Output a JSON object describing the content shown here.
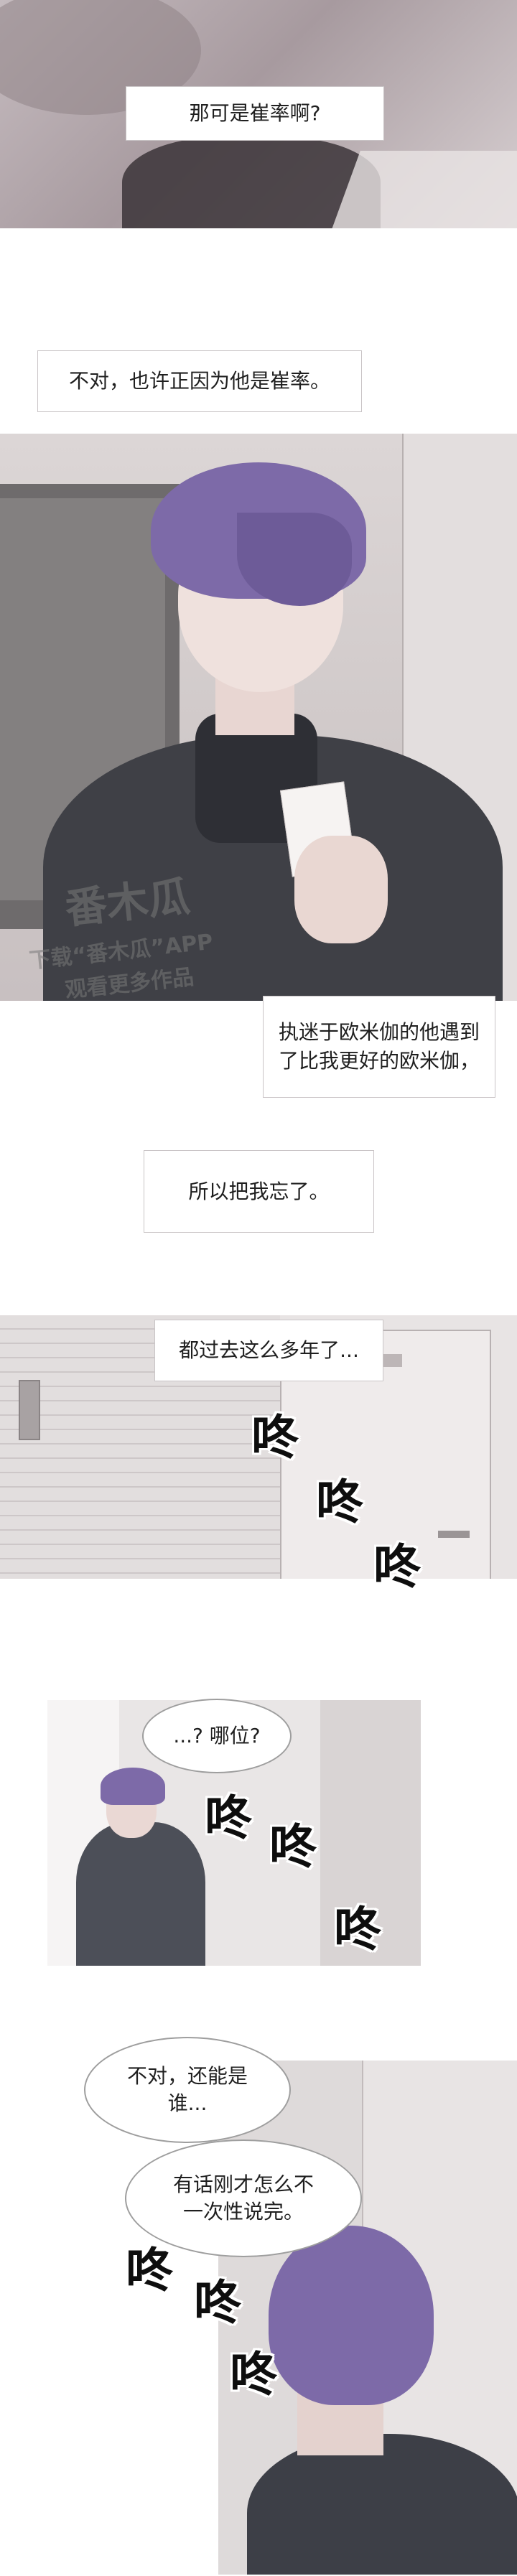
{
  "captions": {
    "c1": "那可是崔率啊?",
    "c2": "不对，也许正因为他是崔率。",
    "c3": "执迷于欧米伽的他遇到了比我更好的欧米伽，",
    "c4": "所以把我忘了。",
    "c5": "都过去这么多年了..."
  },
  "bubbles": {
    "b1": "...? 哪位?",
    "b2": "不对，还能是谁...",
    "b3": "有话刚才怎么不一次性说完。"
  },
  "sfx": {
    "knock": "咚"
  },
  "watermark": {
    "logo": "番木瓜",
    "line1": "下载“番木瓜”APP",
    "line2": "观看更多作品"
  },
  "colors": {
    "accent": "#8a78b6",
    "hair": "#7d6aa8"
  }
}
